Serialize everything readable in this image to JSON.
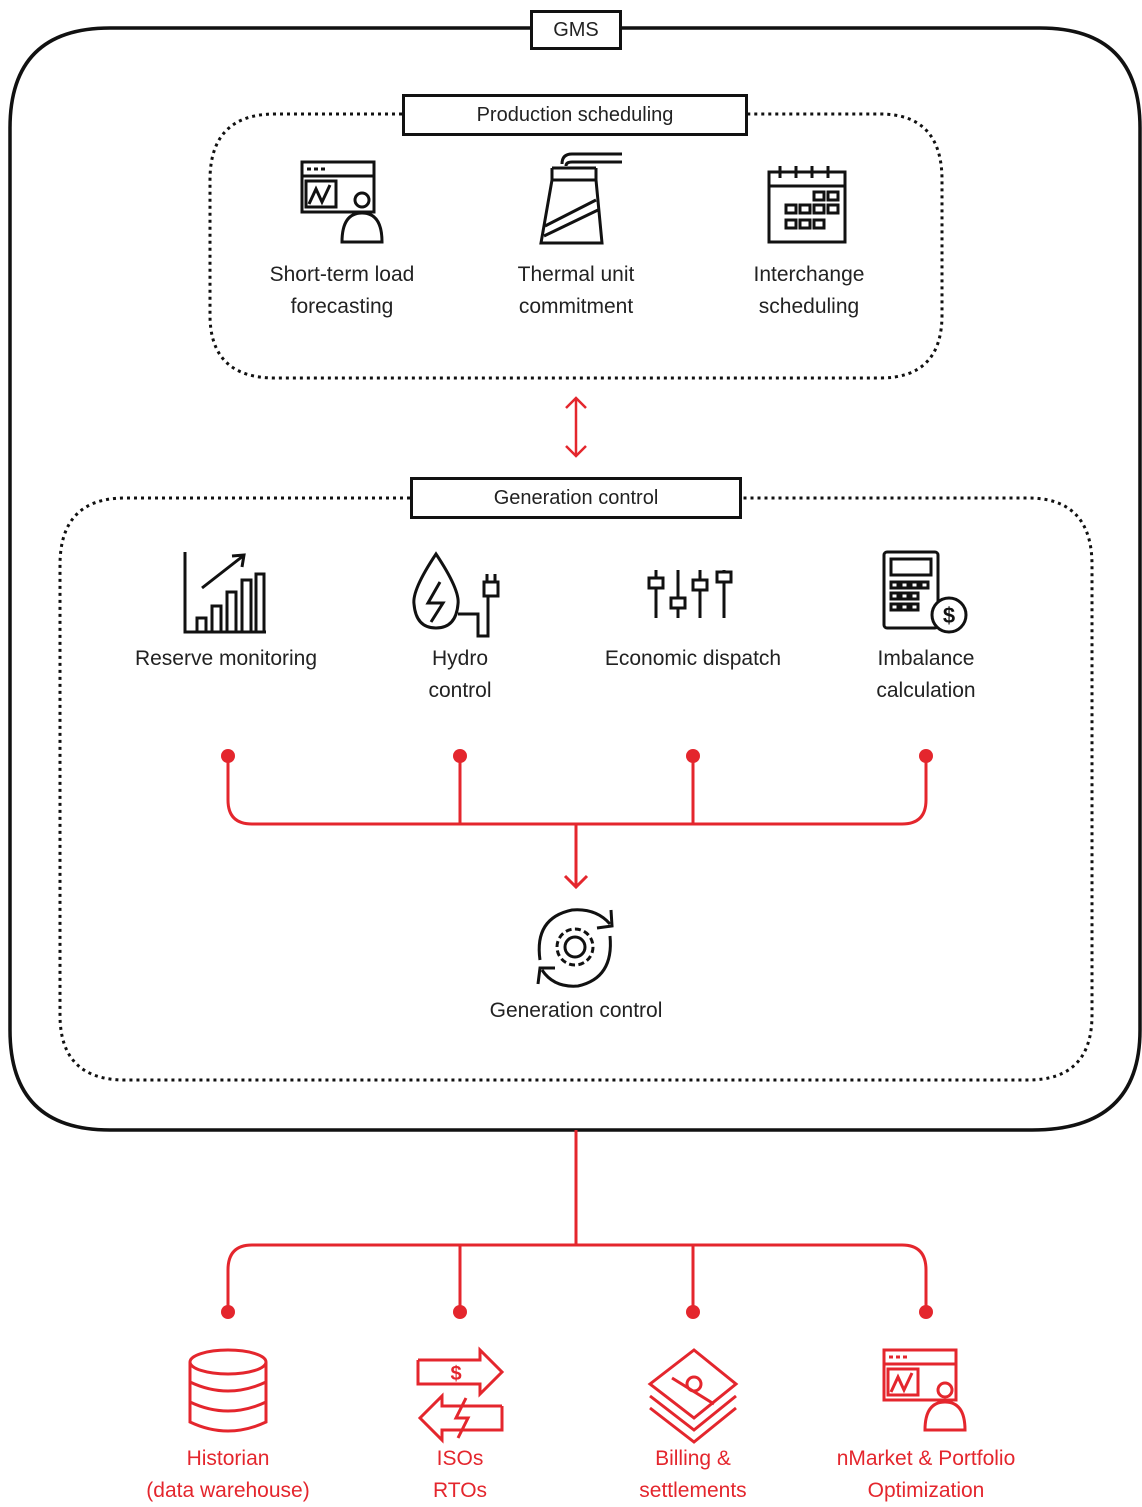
{
  "title": "GMS",
  "production_scheduling": {
    "title": "Production scheduling",
    "items": [
      {
        "line1": "Short-term load",
        "line2": "forecasting",
        "icon": "forecast-monitor-icon"
      },
      {
        "line1": "Thermal unit",
        "line2": "commitment",
        "icon": "thermal-plant-icon"
      },
      {
        "line1": "Interchange",
        "line2": "scheduling",
        "icon": "calendar-icon"
      }
    ]
  },
  "generation_control": {
    "title": "Generation control",
    "items": [
      {
        "line1": "Reserve monitoring",
        "line2": "",
        "icon": "bar-chart-growth-icon"
      },
      {
        "line1": "Hydro",
        "line2": "control",
        "icon": "hydro-plug-icon"
      },
      {
        "line1": "Economic dispatch",
        "line2": "",
        "icon": "sliders-icon"
      },
      {
        "line1": "Imbalance",
        "line2": "calculation",
        "icon": "calculator-dollar-icon"
      }
    ],
    "output": {
      "label": "Generation control",
      "icon": "gear-cycle-icon"
    }
  },
  "external_systems": [
    {
      "line1": "Historian",
      "line2": "(data warehouse)",
      "icon": "database-icon"
    },
    {
      "line1": "ISOs",
      "line2": "RTOs",
      "icon": "exchange-arrows-icon"
    },
    {
      "line1": "Billing &",
      "line2": "settlements",
      "icon": "money-stack-icon"
    },
    {
      "line1": "nMarket & Portfolio",
      "line2": "Optimization",
      "icon": "forecast-monitor-icon"
    }
  ],
  "colors": {
    "accent": "#e4262d",
    "line": "#111111"
  }
}
